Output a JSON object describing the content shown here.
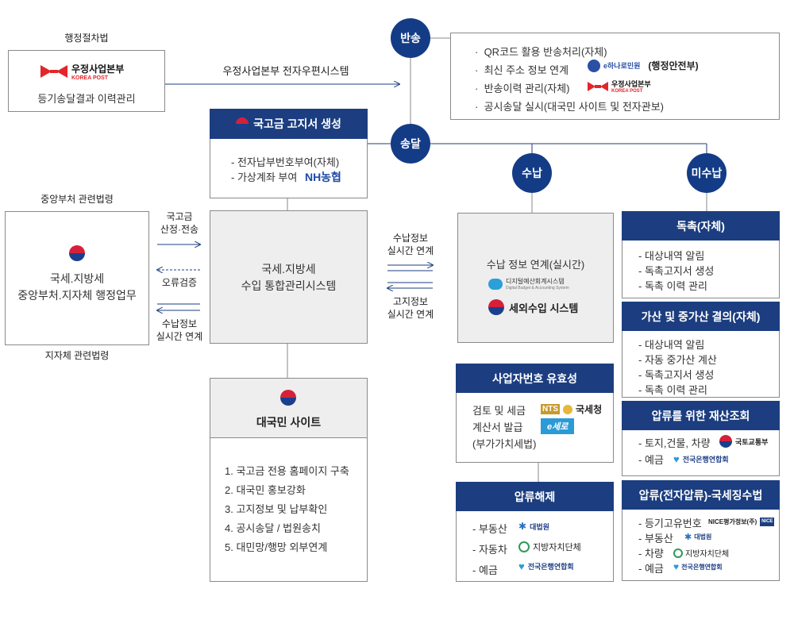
{
  "left_top": {
    "law": "행정절차법",
    "logo_text": "우정사업본부",
    "logo_sub": "KOREA POST",
    "caption": "등기송달결과 이력관리"
  },
  "arrow_label_post": "우정사업본부 전자우편시스템",
  "circles": {
    "return": "반송",
    "delivery": "송달",
    "paid": "수납",
    "unpaid": "미수납"
  },
  "return_box": {
    "items": [
      "QR코드 활용 반송처리(자체)",
      "최신 주소 정보 연계",
      "반송이력 관리(자체)",
      "공시송달 실시(대국민 사이트 및 전자관보)"
    ],
    "logo1_text": "e하나로민원",
    "logo1_note": "(행정안전부)",
    "logo2_text": "우정사업본부",
    "logo2_sub": "KOREA POST"
  },
  "notice_box": {
    "title": "국고금 고지서 생성",
    "items": [
      "- 전자납부번호부여(자체)",
      "- 가상계좌 부여"
    ],
    "nh_logo": "NH농협"
  },
  "left_mid": {
    "law_top": "중앙부처 관련법령",
    "line1": "국세.지방세",
    "line2": "중앙부처.지자체 행정업무",
    "law_bottom": "지자체 관련법령"
  },
  "left_arrows": {
    "a1": "국고금",
    "a2": "산정·전송",
    "a3": "오류검증",
    "a4": "수납정보",
    "a5": "실시간 연계"
  },
  "center_box": {
    "line1": "국세.지방세",
    "line2": "수입 통합관리시스템"
  },
  "mid_arrows": {
    "a1": "수납정보",
    "a2": "실시간 연계",
    "a3": "고지정보",
    "a4": "실시간 연계"
  },
  "paid_box": {
    "title": "수납 정보 연계(실시간)",
    "logo1": "디지털예산회계시스템",
    "logo1_sub": "Digital Budget & Accounting System",
    "logo2": "세외수입 시스템"
  },
  "portal": {
    "title": "대국민 사이트",
    "items": [
      "1. 국고금 전용 홈페이지 구축",
      "2. 대국민 홍보강화",
      "3. 고지정보 및 납부확인",
      "4. 공시송달 / 법원송치",
      "5. 대민망/행망 외부연계"
    ]
  },
  "bizno": {
    "title": "사업자번호 유효성",
    "items": [
      "검토 및 세금",
      "계산서 발급",
      "(부가가치세법)"
    ],
    "logo1": "국세청",
    "logo1_tag": "NTS",
    "logo2": "e세로"
  },
  "seizure_release": {
    "title": "압류해제",
    "items": [
      "- 부동산",
      "- 자동차",
      "- 예금"
    ],
    "logo1": "대법원",
    "logo2": "지방자치단체",
    "logo3": "전국은행연합회"
  },
  "dunning": {
    "title": "독촉(자체)",
    "items": [
      "- 대상내역 알림",
      "- 독촉고지서 생성",
      "- 독촉 이력 관리"
    ]
  },
  "surcharge": {
    "title": "가산 및 중가산 결의(자체)",
    "items": [
      "- 대상내역 알림",
      "- 자동 중가산 계산",
      "- 독촉고지서 생성",
      "- 독촉 이력 관리"
    ]
  },
  "property": {
    "title": "압류를 위한 재산조회",
    "items": [
      "- 토지,건물, 차량",
      "- 예금"
    ],
    "logo1": "국토교통부",
    "logo2": "전국은행연합회"
  },
  "seizure": {
    "title": "압류(전자압류)-국세징수법",
    "items": [
      "- 등기고유번호",
      "- 부동산",
      "- 차량",
      "- 예금"
    ],
    "logo1": "NICE평가정보(주)",
    "logo1_tag": "NICE",
    "logo2": "대법원",
    "logo3": "지방자치단체",
    "logo4": "전국은행연합회"
  },
  "colors": {
    "navy": "#1c3e80",
    "circle": "#143c86",
    "gray_box": "#eeeeee"
  }
}
